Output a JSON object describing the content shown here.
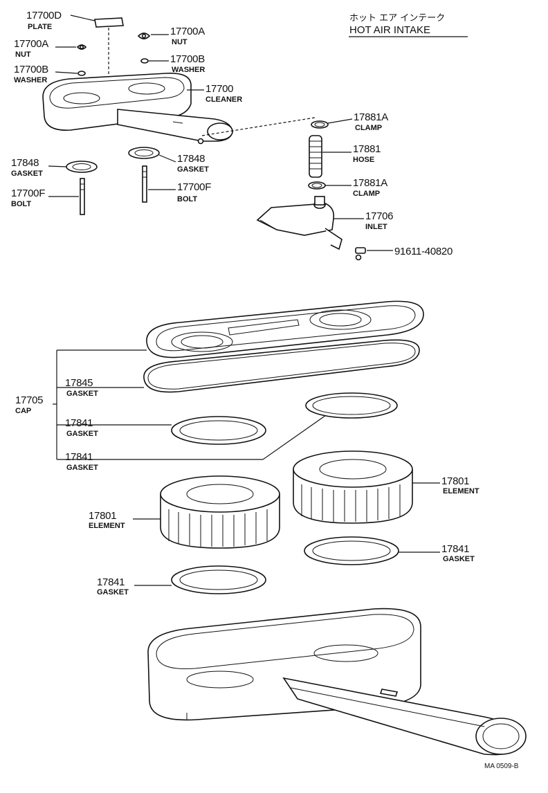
{
  "title": {
    "japanese": "ホット エア インテーク",
    "english": "HOT AIR INTAKE"
  },
  "footer_code": "MA 0509-B",
  "labels": {
    "l1": {
      "number": "17700D",
      "name": "PLATE"
    },
    "l2": {
      "number": "17700A",
      "name": "NUT"
    },
    "l3": {
      "number": "17700A",
      "name": "NUT"
    },
    "l4": {
      "number": "17700B",
      "name": "WASHER"
    },
    "l5": {
      "number": "17700B",
      "name": "WASHER"
    },
    "l6": {
      "number": "17700",
      "name": "CLEANER"
    },
    "l7": {
      "number": "17881A",
      "name": "CLAMP"
    },
    "l8": {
      "number": "17881",
      "name": "HOSE"
    },
    "l9": {
      "number": "17881A",
      "name": "CLAMP"
    },
    "l10": {
      "number": "17848",
      "name": "GASKET"
    },
    "l11": {
      "number": "17848",
      "name": "GASKET"
    },
    "l12": {
      "number": "17700F",
      "name": "BOLT"
    },
    "l13": {
      "number": "17700F",
      "name": "BOLT"
    },
    "l14": {
      "number": "17706",
      "name": "INLET"
    },
    "l15": {
      "number": "91611-40820",
      "name": ""
    },
    "l16": {
      "number": "17705",
      "name": "CAP"
    },
    "l17": {
      "number": "17845",
      "name": "GASKET"
    },
    "l18": {
      "number": "17841",
      "name": "GASKET"
    },
    "l19": {
      "number": "17841",
      "name": "GASKET"
    },
    "l20": {
      "number": "17801",
      "name": "ELEMENT"
    },
    "l21": {
      "number": "17801",
      "name": "ELEMENT"
    },
    "l22": {
      "number": "17841",
      "name": "GASKET"
    },
    "l23": {
      "number": "17841",
      "name": "GASKET"
    }
  }
}
